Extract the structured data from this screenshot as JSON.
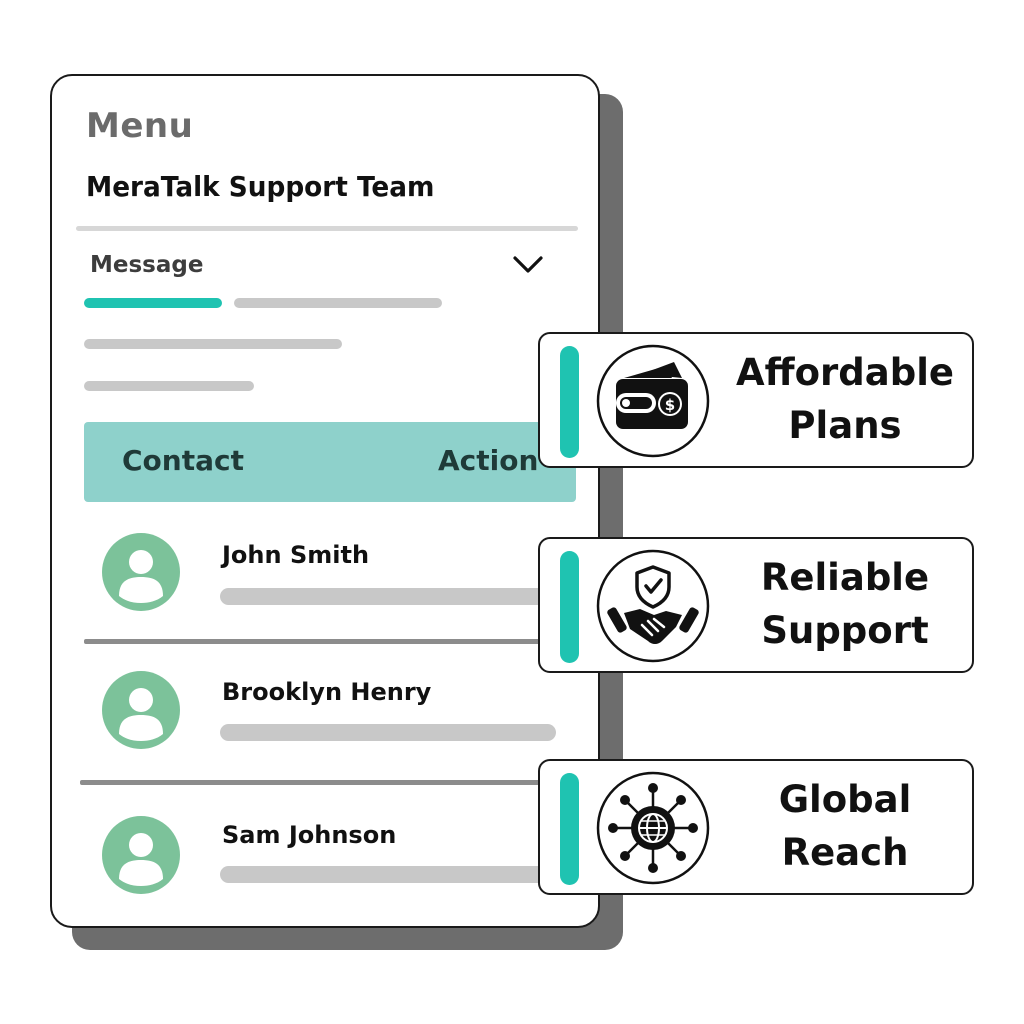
{
  "menu": {
    "title": "Menu",
    "team_name": "MeraTalk Support Team",
    "section_label": "Message"
  },
  "table": {
    "columns": [
      "Contact",
      "Action"
    ],
    "rows": [
      {
        "name": "John Smith"
      },
      {
        "name": "Brooklyn Henry"
      },
      {
        "name": "Sam Johnson"
      }
    ]
  },
  "features": [
    {
      "line1": "Affordable",
      "line2": "Plans",
      "icon": "wallet-dollar-icon"
    },
    {
      "line1": "Reliable",
      "line2": "Support",
      "icon": "handshake-shield-icon"
    },
    {
      "line1": "Global",
      "line2": "Reach",
      "icon": "globe-network-icon"
    }
  ],
  "colors": {
    "accent": "#1fc3b1",
    "table_header": "#8ed1cb",
    "avatar": "#7cc29a",
    "shadow": "#6d6d6d"
  }
}
